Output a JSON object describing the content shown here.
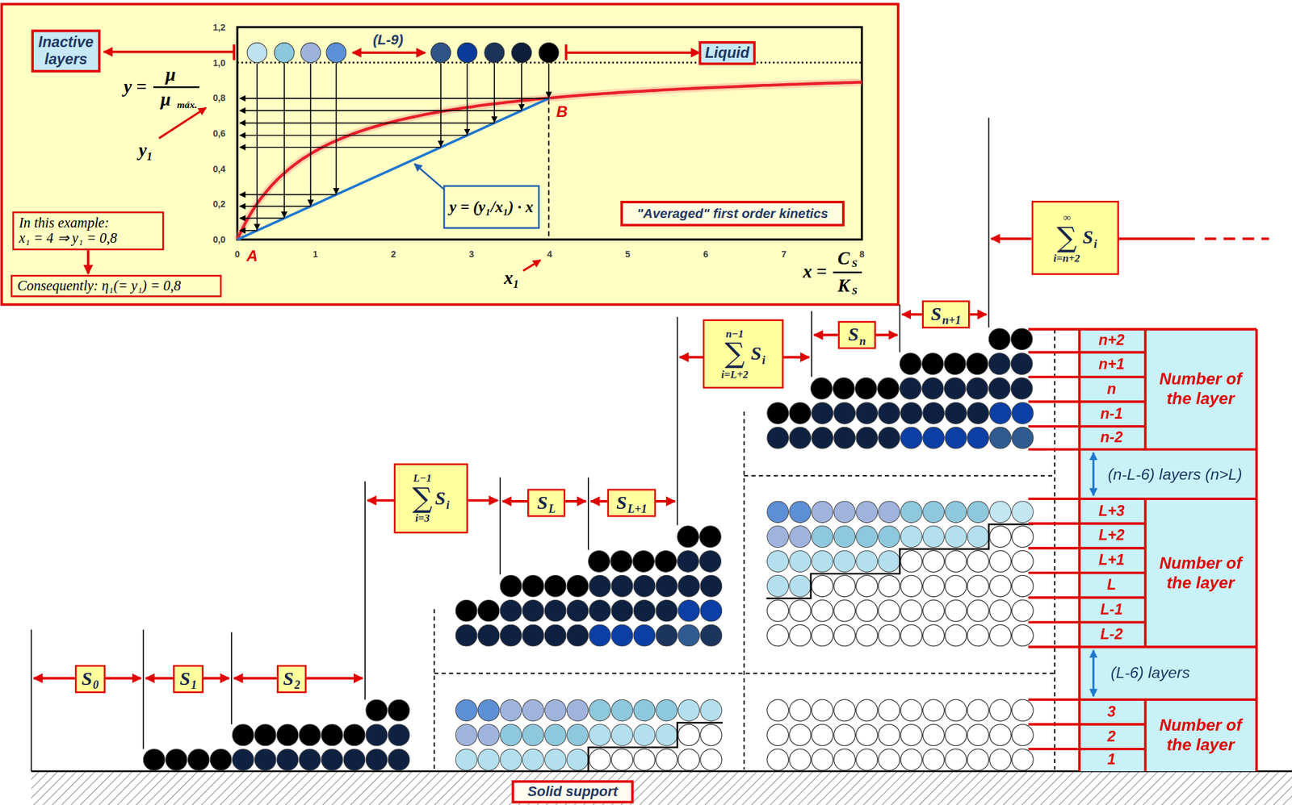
{
  "diagram": {
    "nodes": [
      {
        "text": [
          "Inactive layers"
        ]
      },
      {
        "text": [
          "Liquid"
        ]
      },
      {
        "text": [
          "y = (y₁/x₁) · x"
        ]
      },
      {
        "text": [
          "\"Averaged\" first order kinetics"
        ]
      },
      {
        "text": [
          "In this example:",
          "x₁ = 4 ⇒ y₁ = 0,8"
        ]
      },
      {
        "text": [
          "Consequently: η₁(= y₁) = 0,8"
        ]
      },
      {
        "text": [
          "S",
          "0"
        ]
      },
      {
        "text": [
          "S",
          "1"
        ]
      },
      {
        "text": [
          "S",
          "2"
        ]
      },
      {
        "text": [
          "L−1",
          "∑",
          "i=3",
          "S",
          "i"
        ]
      },
      {
        "text": [
          "S",
          "L"
        ]
      },
      {
        "text": [
          "S",
          "L+1"
        ]
      },
      {
        "text": [
          "n−1",
          "∑",
          "i=L+2",
          "S",
          "i"
        ]
      },
      {
        "text": [
          "S",
          "n"
        ]
      },
      {
        "text": [
          "S",
          "n+1"
        ]
      },
      {
        "text": [
          "∞",
          "∑",
          "i=n+2",
          "S",
          "i"
        ]
      },
      {
        "text": [
          "Solid support"
        ]
      }
    ],
    "edges": [
      {
        "from": 4,
        "to": 5,
        "arrow": "to"
      }
    ],
    "labels": [
      "1,2",
      "1,0",
      "0,8",
      "0,6",
      "0,4",
      "0,2",
      "0,0",
      "0",
      "1",
      "2",
      "3",
      "4",
      "5",
      "6",
      "7",
      "8",
      "(L-9)",
      "A",
      "B",
      "y =",
      "μ",
      "μ",
      "máx.",
      "y₁",
      "x₁",
      "x =",
      "C",
      "S",
      "K",
      "S",
      "n+2",
      "n+1",
      "n",
      "n-1",
      "n-2",
      "Number of the layer",
      "(n-L-6) layers (n>L)",
      "L+3",
      "L+2",
      "L+1",
      "L",
      "L-1",
      "L-2",
      "Number of the layer",
      "(L-6) layers",
      "3",
      "2",
      "1",
      "Number of the layer"
    ]
  }
}
